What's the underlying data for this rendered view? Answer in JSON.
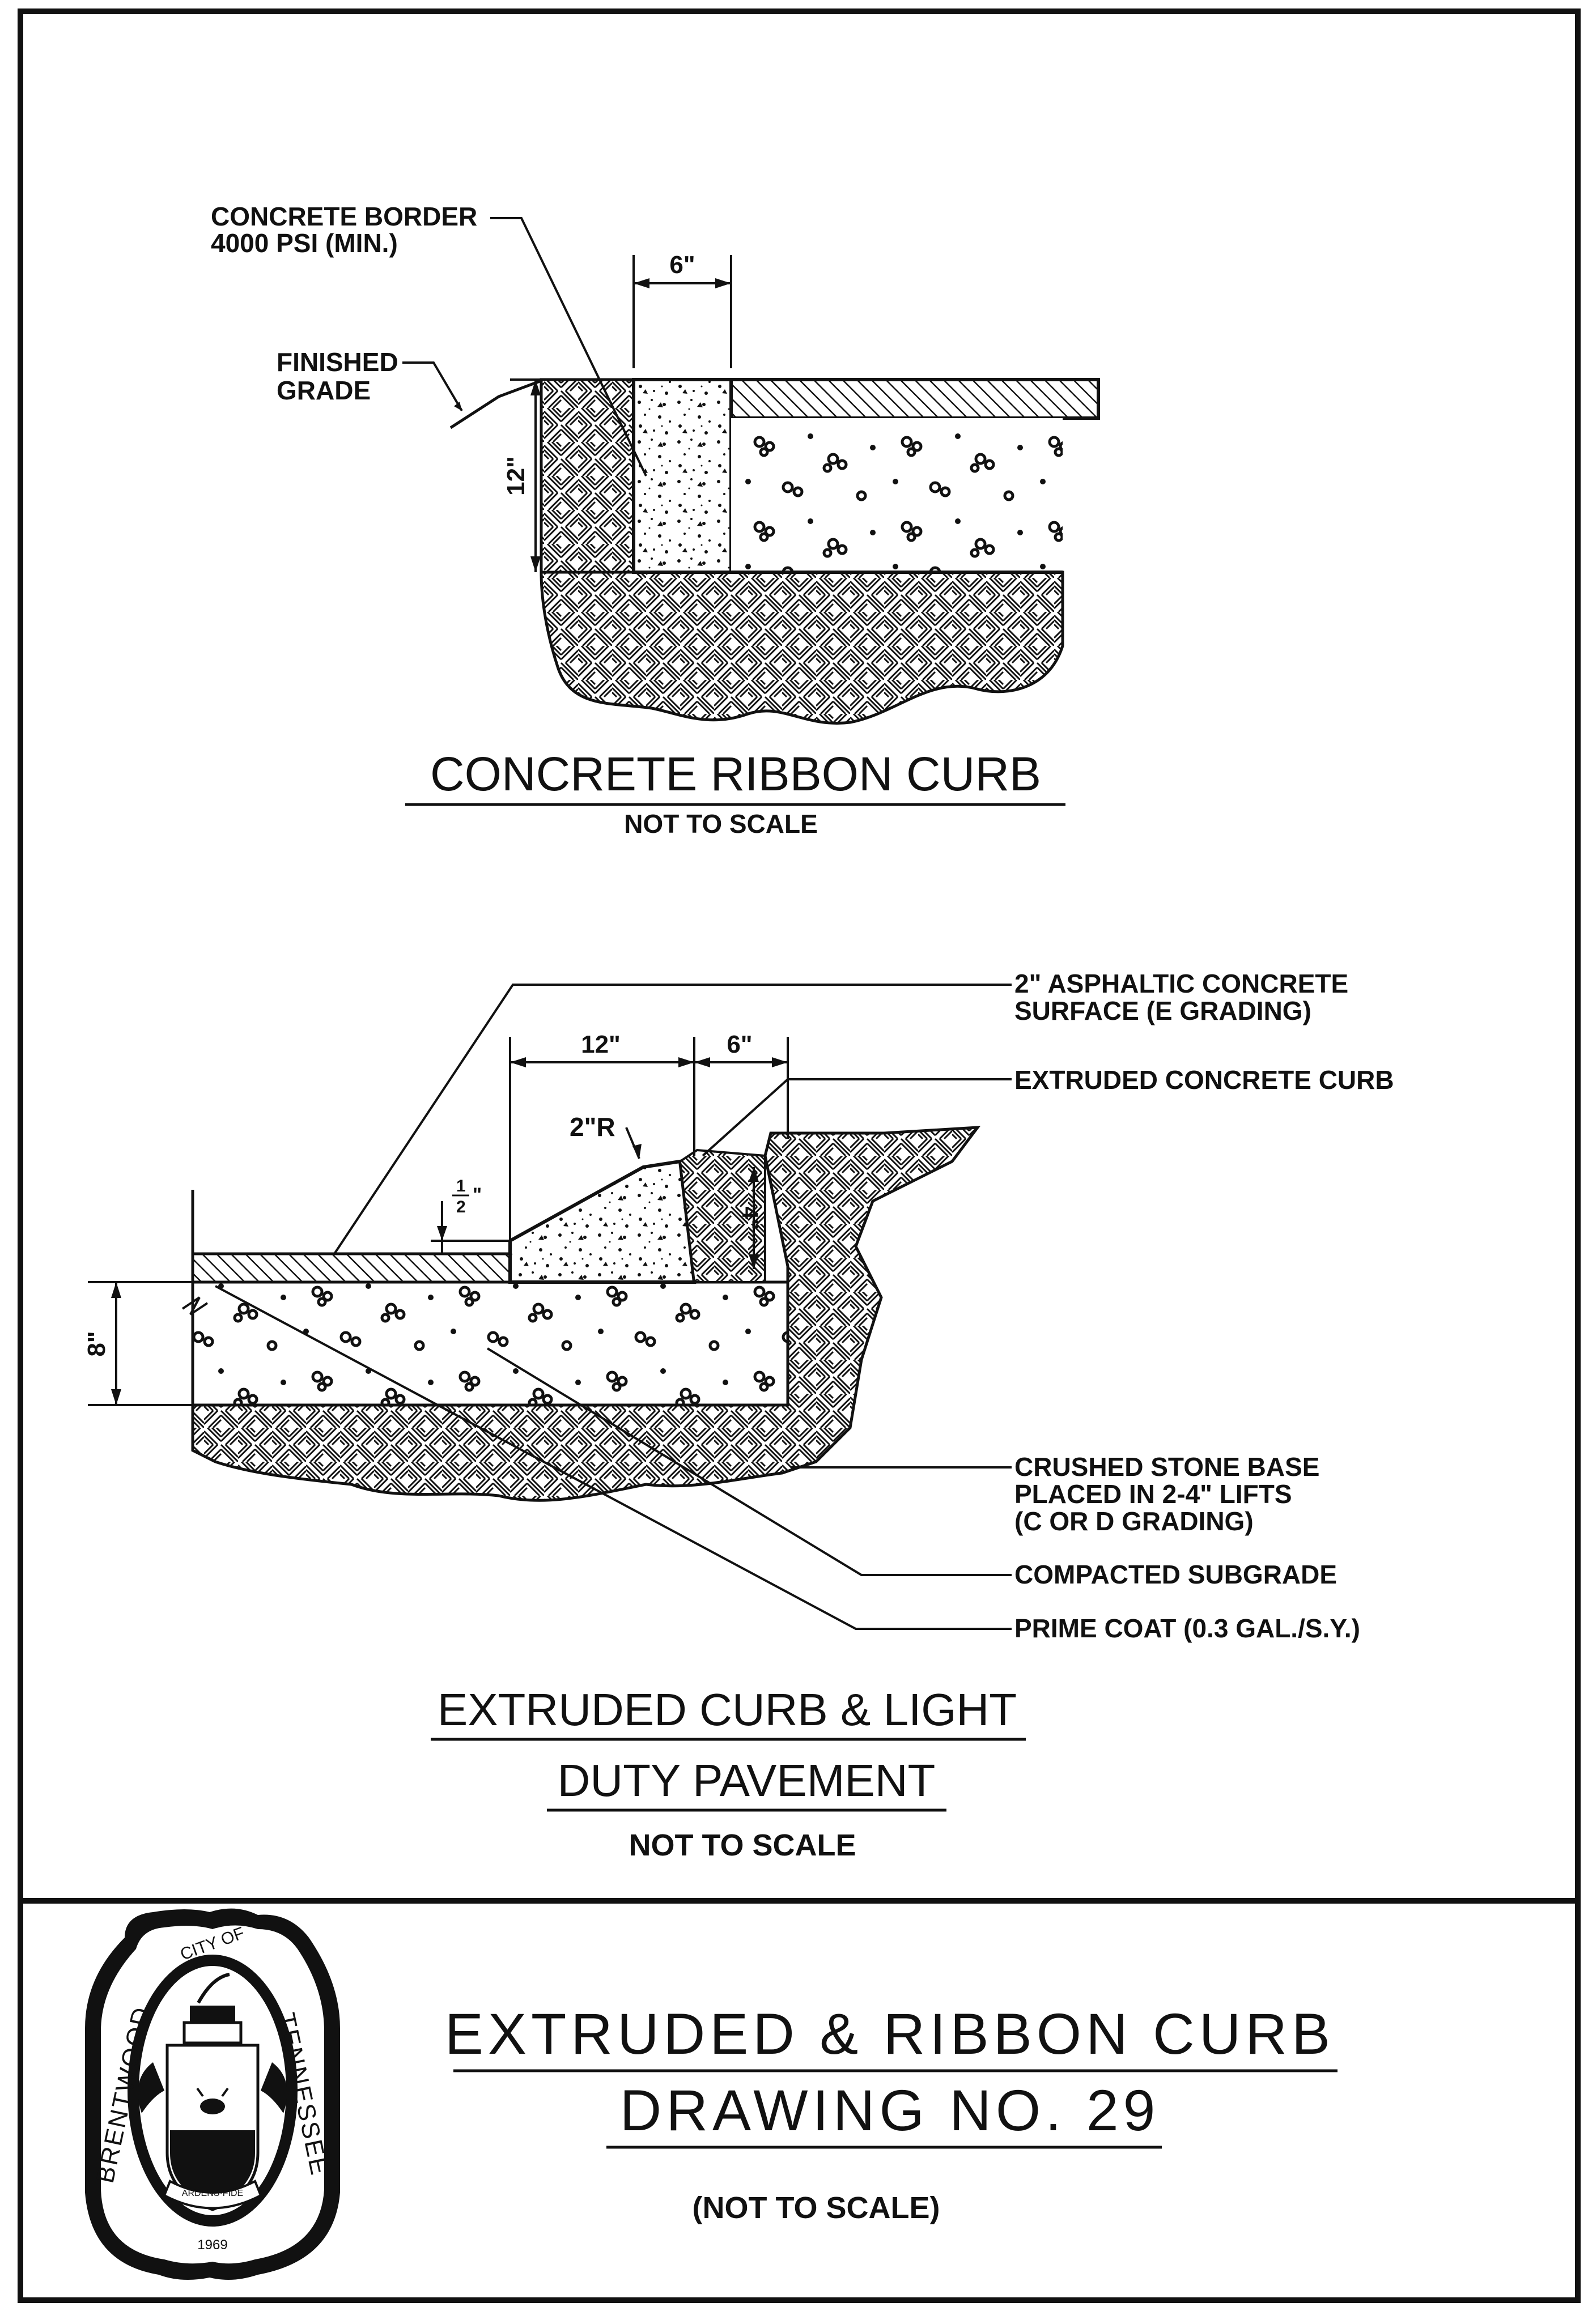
{
  "top_detail": {
    "label_concrete_border_1": "CONCRETE BORDER",
    "label_concrete_border_2": "4000 PSI (MIN.)",
    "label_finished_grade_1": "FINISHED",
    "label_finished_grade_2": "GRADE",
    "dim_width": "6\"",
    "dim_depth": "12\"",
    "title": "CONCRETE RIBBON CURB",
    "subtitle": "NOT TO SCALE"
  },
  "bottom_detail": {
    "label_asphalt_1": "2\" ASPHALTIC CONCRETE",
    "label_asphalt_2": "SURFACE (E GRADING)",
    "label_extruded_curb": "EXTRUDED CONCRETE CURB",
    "dim_12": "12\"",
    "dim_6": "6\"",
    "dim_radius": "2\"R",
    "dim_half_num": "1",
    "dim_half_den": "2",
    "dim_half_mark": "\"",
    "dim_curb_height": "4\"",
    "dim_8": "8\"",
    "label_crushed_stone_1": "CRUSHED STONE BASE",
    "label_crushed_stone_2": "PLACED IN 2-4\" LIFTS",
    "label_crushed_stone_3": "(C OR D GRADING)",
    "label_subgrade": "COMPACTED SUBGRADE",
    "label_prime_coat": "PRIME COAT (0.3 GAL./S.Y.)",
    "title_1": "EXTRUDED CURB & LIGHT",
    "title_2": "DUTY PAVEMENT",
    "subtitle": "NOT TO SCALE"
  },
  "title_block": {
    "line_1": "EXTRUDED & RIBBON CURB",
    "line_2": "DRAWING NO. 29",
    "line_3": "(NOT TO SCALE)"
  },
  "seal": {
    "city_of": "CITY OF",
    "left_arc": "BRENTWOOD",
    "right_arc": "TENNESSEE",
    "motto": "ARDENS·FIDE",
    "year": "1969"
  }
}
